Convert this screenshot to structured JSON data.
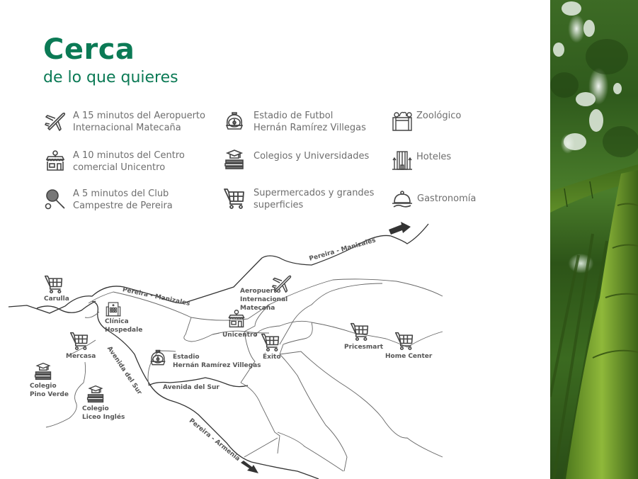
{
  "header": {
    "title": "Cerca",
    "subtitle": "de lo que quieres"
  },
  "features": [
    {
      "icon": "airplane-icon",
      "text": "A 15 minutos del Aeropuerto\nInternacional Matecaña"
    },
    {
      "icon": "shop-icon",
      "text": "A 10 minutos del Centro\ncomercial Unicentro"
    },
    {
      "icon": "tennis-icon",
      "text": "A 5 minutos del Club\nCampestre de Pereira"
    },
    {
      "icon": "stadium-icon",
      "text": "Estadio de Futbol\nHernán Ramírez Villegas"
    },
    {
      "icon": "education-icon",
      "text": "Colegios y Universidades"
    },
    {
      "icon": "cart-icon",
      "text": "Supermercados y grandes\nsuperficies"
    },
    {
      "icon": "zoo-icon",
      "text": "Zoológico"
    },
    {
      "icon": "hotel-icon",
      "text": "Hoteles"
    },
    {
      "icon": "cloche-icon",
      "text": "Gastronomía"
    }
  ],
  "map": {
    "roads": {
      "manizales_top": "Pereira - Manizales",
      "manizales_left": "Pereira - Manizales",
      "avenida_sur_diag": "Avenida del Sur",
      "avenida_sur_horiz": "Avenida del Sur",
      "armenia": "Pereira - Armenia"
    },
    "places": {
      "carulla": "Carulla",
      "clinica": "Clínica\nHospedale",
      "mercasa": "Mercasa",
      "pino_verde": "Colegio\nPino Verde",
      "liceo": "Colegio\nLiceo Inglés",
      "estadio": "Estadio\nHernán Ramírez Villegas",
      "aeropuerto": "Aeropuerto\nInternacional\nMatecaña",
      "unicentro": "Unicentro",
      "exito": "Éxito",
      "pricesmart": "Pricesmart",
      "home_center": "Home Center"
    }
  },
  "colors": {
    "brand_green": "#0b7a55",
    "text_gray": "#6e6e6e",
    "icon_dark": "#444444"
  }
}
